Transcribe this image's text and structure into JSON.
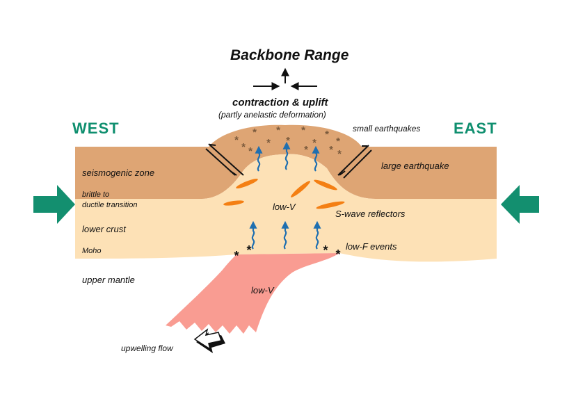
{
  "title": "Backbone Range",
  "process": {
    "line1": "contraction & uplift",
    "line2": "(partly anelastic deformation)"
  },
  "directions": {
    "west": "WEST",
    "east": "EAST"
  },
  "labels": {
    "small_earthquakes": "small earthquakes",
    "large_earthquake": "large earthquake",
    "seismogenic_zone": "seismogenic zone",
    "brittle_ductile_1": "brittle to",
    "brittle_ductile_2": "ductile transition",
    "lower_crust": "lower crust",
    "moho": "Moho",
    "upper_mantle": "upper mantle",
    "low_v_crust": "low-V",
    "low_v_mantle": "low-V",
    "s_wave_reflectors": "S-wave reflectors",
    "low_f_events": "low-F events",
    "upwelling_flow": "upwelling flow"
  },
  "colors": {
    "seismogenic": "#dea574",
    "lower_crust": "#fde1b6",
    "mantle_plume": "#f99c92",
    "reflectors": "#f47f13",
    "fluid_arrows": "#1f6fb0",
    "compression_arrows": "#138f6f",
    "earthquake_asterisks": "#7a5a3c"
  }
}
